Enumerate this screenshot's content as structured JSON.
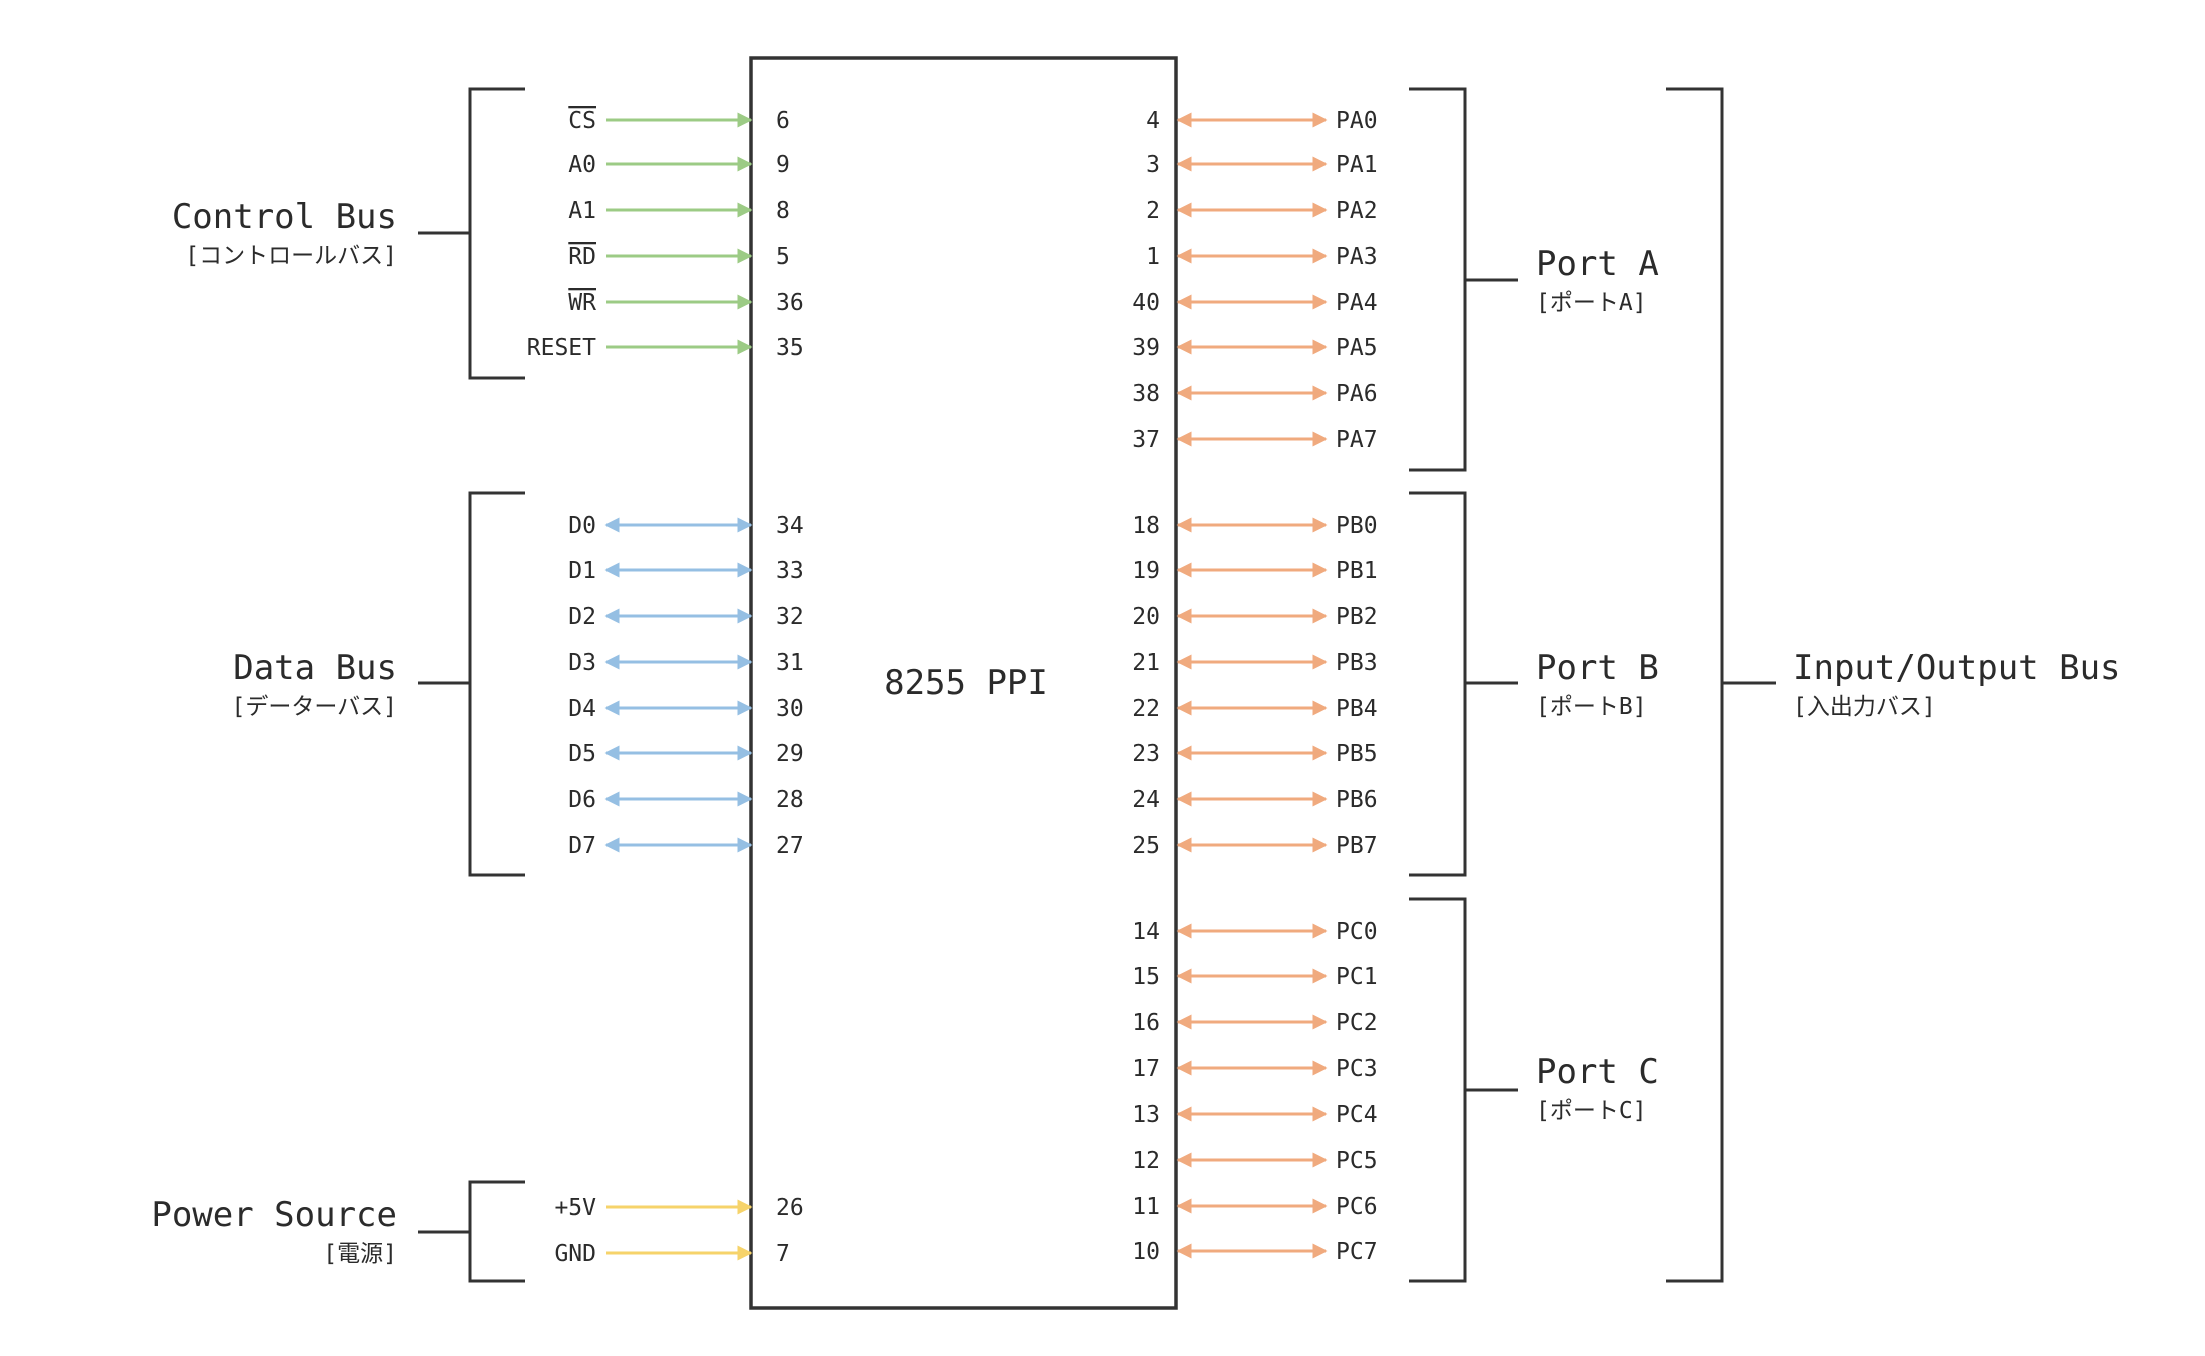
{
  "chip": {
    "name": "8255 PPI"
  },
  "colors": {
    "control": "#9ccb85",
    "data": "#95bfe3",
    "power": "#f6d36a",
    "io": "#f0aa7e",
    "line": "#333333"
  },
  "groups": {
    "control": {
      "title": "Control Bus",
      "subtitle": "[コントロールバス]"
    },
    "data": {
      "title": "Data Bus",
      "subtitle": "[データーバス]"
    },
    "power": {
      "title": "Power Source",
      "subtitle": "[電源]"
    },
    "port_a": {
      "title": "Port A",
      "subtitle": "[ポートA]"
    },
    "port_b": {
      "title": "Port B",
      "subtitle": "[ポートB]"
    },
    "port_c": {
      "title": "Port C",
      "subtitle": "[ポートC]"
    },
    "io": {
      "title": "Input/Output Bus",
      "subtitle": "[入出力バス]"
    }
  },
  "left_pins": [
    {
      "signal": "CS",
      "overline": true,
      "pin": "6",
      "group": "control",
      "dir": "in"
    },
    {
      "signal": "A0",
      "overline": false,
      "pin": "9",
      "group": "control",
      "dir": "in"
    },
    {
      "signal": "A1",
      "overline": false,
      "pin": "8",
      "group": "control",
      "dir": "in"
    },
    {
      "signal": "RD",
      "overline": true,
      "pin": "5",
      "group": "control",
      "dir": "in"
    },
    {
      "signal": "WR",
      "overline": true,
      "pin": "36",
      "group": "control",
      "dir": "in"
    },
    {
      "signal": "RESET",
      "overline": false,
      "pin": "35",
      "group": "control",
      "dir": "in"
    },
    {
      "signal": "D0",
      "overline": false,
      "pin": "34",
      "group": "data",
      "dir": "both"
    },
    {
      "signal": "D1",
      "overline": false,
      "pin": "33",
      "group": "data",
      "dir": "both"
    },
    {
      "signal": "D2",
      "overline": false,
      "pin": "32",
      "group": "data",
      "dir": "both"
    },
    {
      "signal": "D3",
      "overline": false,
      "pin": "31",
      "group": "data",
      "dir": "both"
    },
    {
      "signal": "D4",
      "overline": false,
      "pin": "30",
      "group": "data",
      "dir": "both"
    },
    {
      "signal": "D5",
      "overline": false,
      "pin": "29",
      "group": "data",
      "dir": "both"
    },
    {
      "signal": "D6",
      "overline": false,
      "pin": "28",
      "group": "data",
      "dir": "both"
    },
    {
      "signal": "D7",
      "overline": false,
      "pin": "27",
      "group": "data",
      "dir": "both"
    },
    {
      "signal": "+5V",
      "overline": false,
      "pin": "26",
      "group": "power",
      "dir": "in"
    },
    {
      "signal": "GND",
      "overline": false,
      "pin": "7",
      "group": "power",
      "dir": "in"
    }
  ],
  "right_pins": [
    {
      "signal": "PA0",
      "pin": "4",
      "group": "port_a"
    },
    {
      "signal": "PA1",
      "pin": "3",
      "group": "port_a"
    },
    {
      "signal": "PA2",
      "pin": "2",
      "group": "port_a"
    },
    {
      "signal": "PA3",
      "pin": "1",
      "group": "port_a"
    },
    {
      "signal": "PA4",
      "pin": "40",
      "group": "port_a"
    },
    {
      "signal": "PA5",
      "pin": "39",
      "group": "port_a"
    },
    {
      "signal": "PA6",
      "pin": "38",
      "group": "port_a"
    },
    {
      "signal": "PA7",
      "pin": "37",
      "group": "port_a"
    },
    {
      "signal": "PB0",
      "pin": "18",
      "group": "port_b"
    },
    {
      "signal": "PB1",
      "pin": "19",
      "group": "port_b"
    },
    {
      "signal": "PB2",
      "pin": "20",
      "group": "port_b"
    },
    {
      "signal": "PB3",
      "pin": "21",
      "group": "port_b"
    },
    {
      "signal": "PB4",
      "pin": "22",
      "group": "port_b"
    },
    {
      "signal": "PB5",
      "pin": "23",
      "group": "port_b"
    },
    {
      "signal": "PB6",
      "pin": "24",
      "group": "port_b"
    },
    {
      "signal": "PB7",
      "pin": "25",
      "group": "port_b"
    },
    {
      "signal": "PC0",
      "pin": "14",
      "group": "port_c"
    },
    {
      "signal": "PC1",
      "pin": "15",
      "group": "port_c"
    },
    {
      "signal": "PC2",
      "pin": "16",
      "group": "port_c"
    },
    {
      "signal": "PC3",
      "pin": "17",
      "group": "port_c"
    },
    {
      "signal": "PC4",
      "pin": "13",
      "group": "port_c"
    },
    {
      "signal": "PC5",
      "pin": "12",
      "group": "port_c"
    },
    {
      "signal": "PC6",
      "pin": "11",
      "group": "port_c"
    },
    {
      "signal": "PC7",
      "pin": "10",
      "group": "port_c"
    }
  ]
}
